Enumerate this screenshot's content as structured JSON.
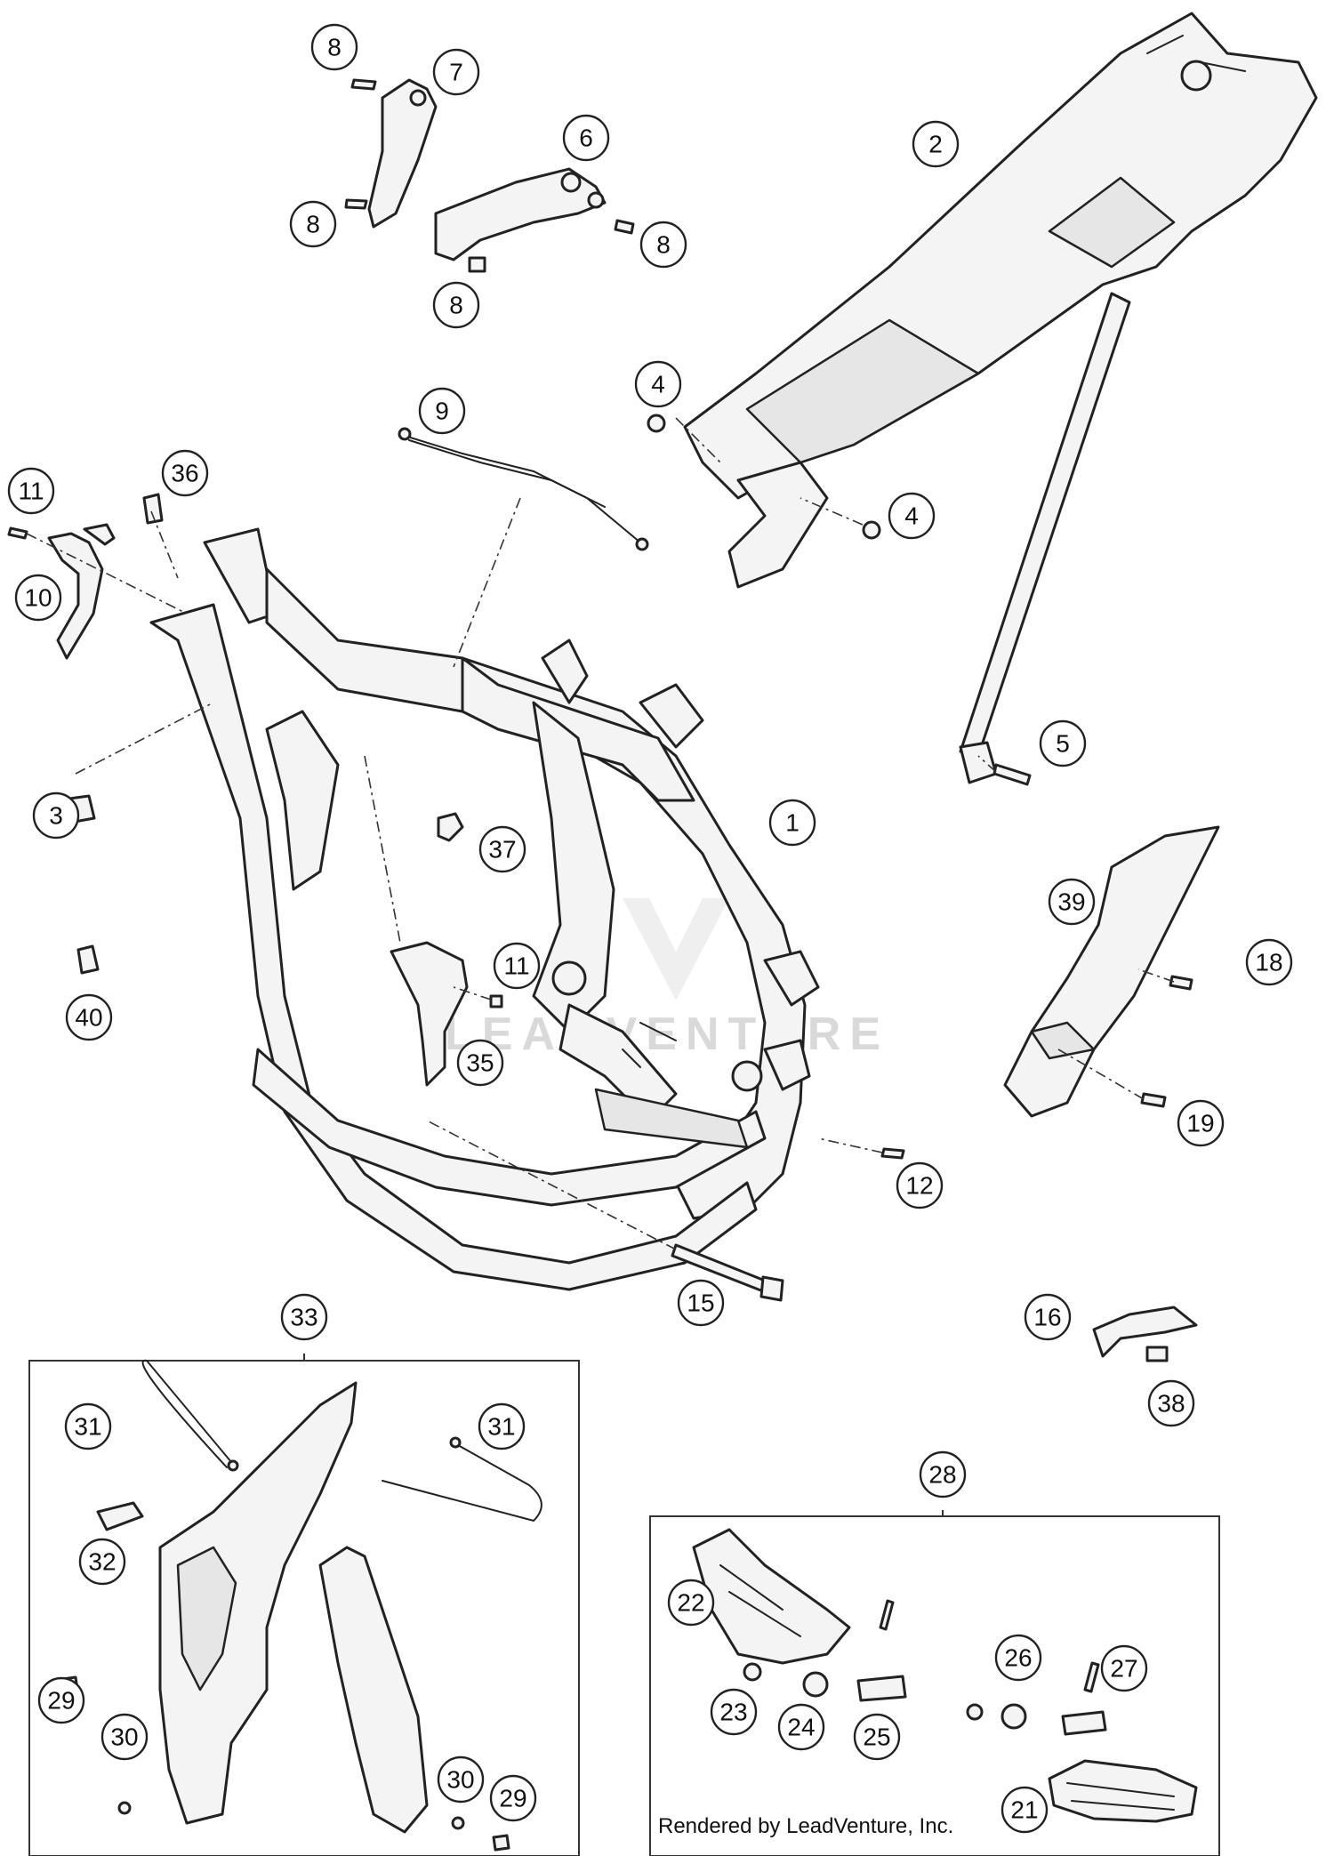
{
  "watermark": "LEADVENTURE",
  "credit": "Rendered by LeadVenture, Inc.",
  "callouts": [
    {
      "id": "c1",
      "label": "1"
    },
    {
      "id": "c2",
      "label": "2"
    },
    {
      "id": "c3",
      "label": "3"
    },
    {
      "id": "c4a",
      "label": "4"
    },
    {
      "id": "c4b",
      "label": "4"
    },
    {
      "id": "c5",
      "label": "5"
    },
    {
      "id": "c6",
      "label": "6"
    },
    {
      "id": "c7",
      "label": "7"
    },
    {
      "id": "c8a",
      "label": "8"
    },
    {
      "id": "c8b",
      "label": "8"
    },
    {
      "id": "c8c",
      "label": "8"
    },
    {
      "id": "c8d",
      "label": "8"
    },
    {
      "id": "c9",
      "label": "9"
    },
    {
      "id": "c10",
      "label": "10"
    },
    {
      "id": "c11a",
      "label": "11"
    },
    {
      "id": "c11b",
      "label": "11"
    },
    {
      "id": "c12",
      "label": "12"
    },
    {
      "id": "c15",
      "label": "15"
    },
    {
      "id": "c16",
      "label": "16"
    },
    {
      "id": "c18",
      "label": "18"
    },
    {
      "id": "c19",
      "label": "19"
    },
    {
      "id": "c21",
      "label": "21"
    },
    {
      "id": "c22",
      "label": "22"
    },
    {
      "id": "c23",
      "label": "23"
    },
    {
      "id": "c24",
      "label": "24"
    },
    {
      "id": "c25",
      "label": "25"
    },
    {
      "id": "c26",
      "label": "26"
    },
    {
      "id": "c27",
      "label": "27"
    },
    {
      "id": "c28",
      "label": "28"
    },
    {
      "id": "c29a",
      "label": "29"
    },
    {
      "id": "c29b",
      "label": "29"
    },
    {
      "id": "c30a",
      "label": "30"
    },
    {
      "id": "c30b",
      "label": "30"
    },
    {
      "id": "c31a",
      "label": "31"
    },
    {
      "id": "c31b",
      "label": "31"
    },
    {
      "id": "c32",
      "label": "32"
    },
    {
      "id": "c33",
      "label": "33"
    },
    {
      "id": "c35",
      "label": "35"
    },
    {
      "id": "c36",
      "label": "36"
    },
    {
      "id": "c37",
      "label": "37"
    },
    {
      "id": "c38",
      "label": "38"
    },
    {
      "id": "c39",
      "label": "39"
    },
    {
      "id": "c40",
      "label": "40"
    }
  ]
}
